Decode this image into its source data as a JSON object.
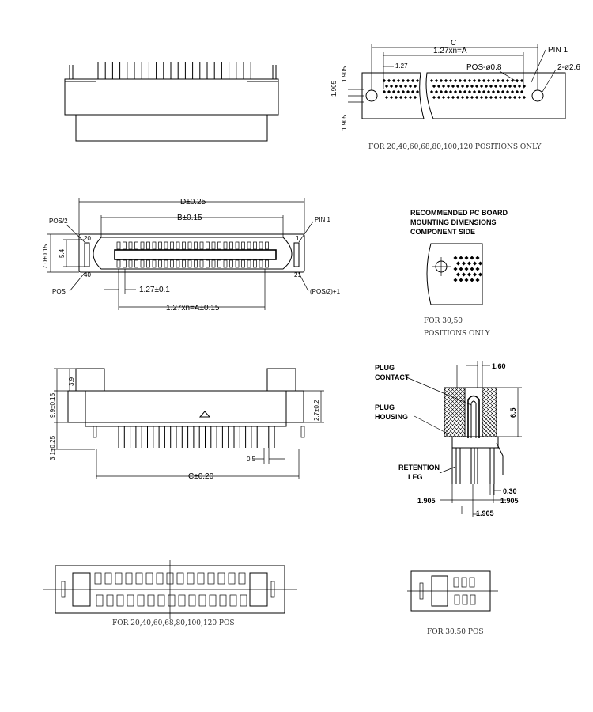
{
  "top_right": {
    "dim_c": "C",
    "dim_a": "1.27xn=A",
    "dim_127": "1.27",
    "pos_dia": "POS-ø0.8",
    "pin1": "PIN 1",
    "holes": "2-ø2.6",
    "v1905a": "1.905",
    "v1905b": "1.905",
    "v1905c": "1.905",
    "note": "FOR 20,40,60,68,80,100,120 POSITIONS ONLY"
  },
  "front_view": {
    "dim_d": "D±0.25",
    "dim_b": "B±0.15",
    "pos_half": "POS/2",
    "pin1": "PIN 1",
    "pos": "POS",
    "pos_half_plus": "(POS/2)+1",
    "dim_height": "7.0±0.15",
    "dim_inner": "5.4",
    "dim_pitch": "1.27±0.1",
    "dim_a": "1.27xn=A±0.15",
    "pin20": "20",
    "pin40": "40",
    "pin1n": "1",
    "pin21": "21"
  },
  "pcb_note": {
    "title_l1": "RECOMMENDED PC BOARD",
    "title_l2": "MOUNTING DIMENSIONS",
    "title_l3": "COMPONENT SIDE",
    "note_l1": "FOR 30,50",
    "note_l2": "POSITIONS ONLY"
  },
  "side_view": {
    "dim_39": "3.9",
    "dim_99": "9.9±0.15",
    "dim_27": "2.7±0.2",
    "dim_31": "3.1±0.25",
    "dim_05": "0.5",
    "dim_c": "C±0.20"
  },
  "section_view": {
    "plug_contact_l1": "PLUG",
    "plug_contact_l2": "CONTACT",
    "plug_housing_l1": "PLUG",
    "plug_housing_l2": "HOUSING",
    "retention_l1": "RETENTION",
    "retention_l2": "LEG",
    "dim_160": "1.60",
    "dim_65": "6.5",
    "dim_030": "0.30",
    "dim_1905l": "1.905",
    "dim_1905r": "1.905",
    "dim_1905b": "1.905"
  },
  "bottom": {
    "note_left": "FOR 20,40,60,68,80,100,120 POS",
    "note_right": "FOR 30,50 POS"
  }
}
